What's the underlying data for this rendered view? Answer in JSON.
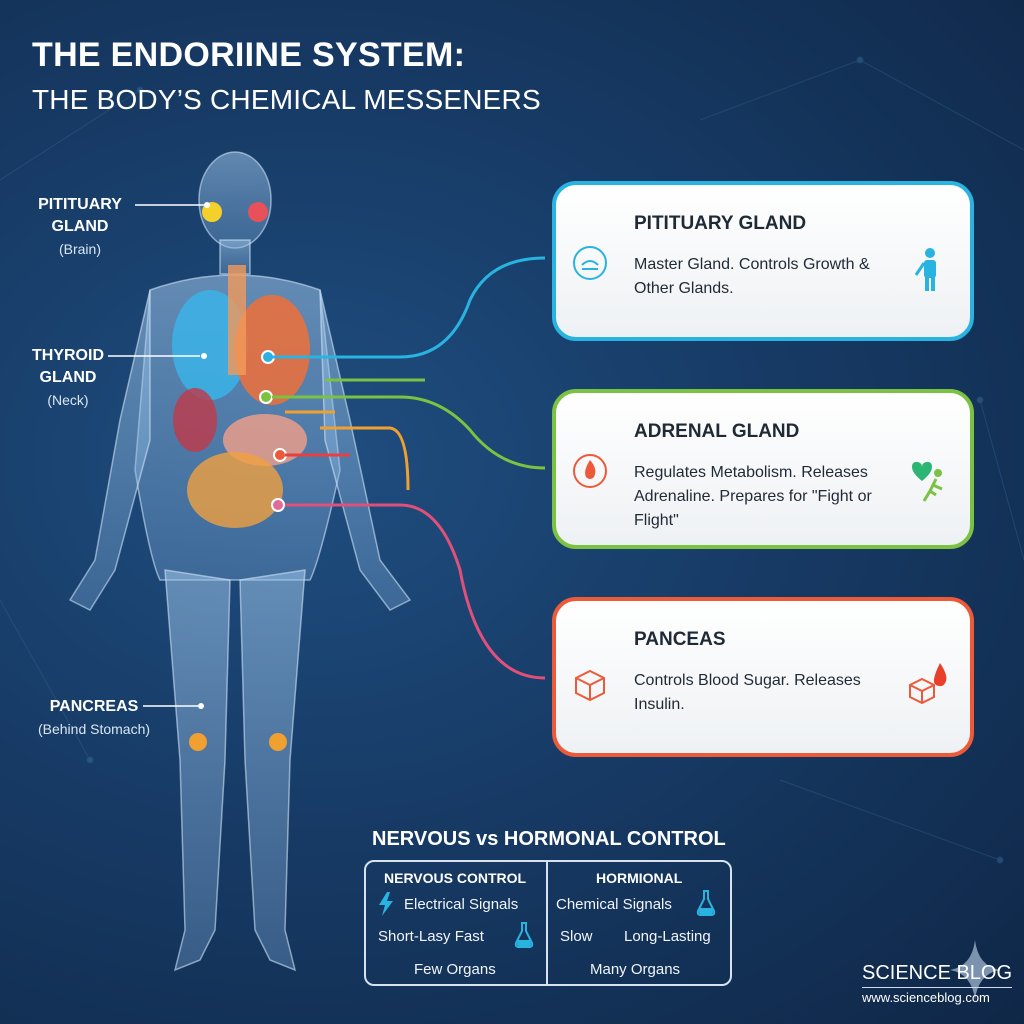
{
  "header": {
    "title": "THE ENDORIINE SYSTEM:",
    "subtitle": "THE BODY’S CHEMICAL MESSENERS"
  },
  "body_labels": [
    {
      "name": "PITITUARY GLAND",
      "location": "(Brain)"
    },
    {
      "name": "THYROID GLAND",
      "location": "(Neck)"
    },
    {
      "name": "PANCREAS",
      "location": "(Behind Stomach)"
    }
  ],
  "cards": [
    {
      "title": "PITITUARY GLAND",
      "text": "Master Gland. Controls Growth & Other Glands.",
      "color": "#29b3e0",
      "left_icon": "brain-scan-icon",
      "right_icon": "person-icon"
    },
    {
      "title": "ADRENAL GLAND",
      "text": "Regulates Metabolism. Releases Adrenaline. Prepares for \"Fight or Flight\"",
      "color": "#7cc242",
      "left_icon": "flame-icon",
      "right_icon": "heart-runner-icon"
    },
    {
      "title": "PANCEAS",
      "text": "Controls Blood Sugar. Releases Insulin.",
      "color": "#ec5a3a",
      "left_icon": "sugar-cube-icon",
      "right_icon": "blood-drop-cube-icon"
    }
  ],
  "comparison": {
    "title": "NERVOUS vs HORMONAL CONTROL",
    "nervous": {
      "header": "NERVOUS CONTROL",
      "rows": [
        "Electrical Signals",
        "Short-Lasy Fast",
        "Few Organs"
      ]
    },
    "hormonal": {
      "header": "HORMIONAL",
      "rows": [
        "Chemical Signals",
        "Slow",
        "Long-Lasting",
        "Many Organs"
      ]
    }
  },
  "brand": {
    "name": "SCIENCE BLOG",
    "url": "www.scienceblog.com"
  }
}
